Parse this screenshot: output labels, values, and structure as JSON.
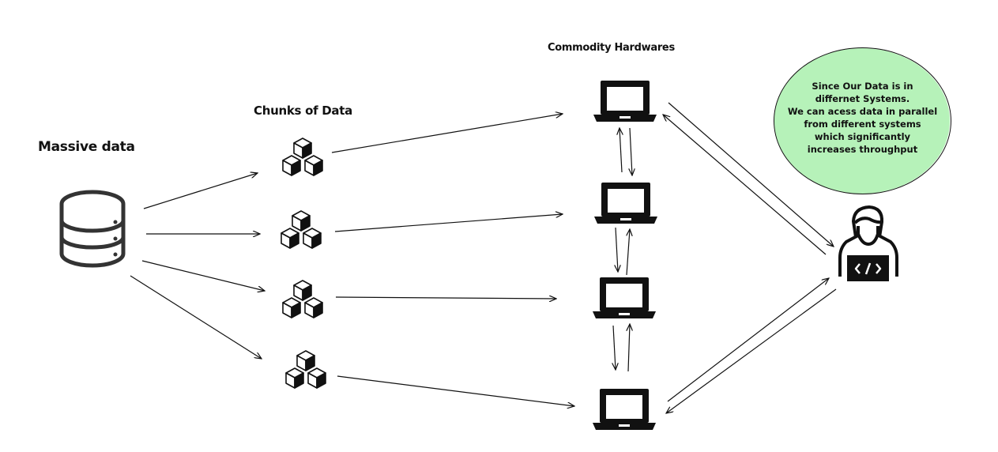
{
  "labels": {
    "massive_data": "Massive data",
    "chunks_of_data": "Chunks of Data",
    "commodity_hardwares": "Commodity Hardwares"
  },
  "callout": {
    "lines": [
      "Since Our Data is in",
      "differnet Systems.",
      "We can acess data in parallel",
      "from different systems",
      "which significantly",
      "increases throughput"
    ]
  },
  "icons": {
    "database": "database-icon",
    "chunk": "cubes-icon",
    "laptop": "laptop-icon",
    "user": "developer-icon"
  },
  "colors": {
    "ink": "#111111",
    "callout_fill": "#b6f2b9",
    "background": "#ffffff"
  }
}
